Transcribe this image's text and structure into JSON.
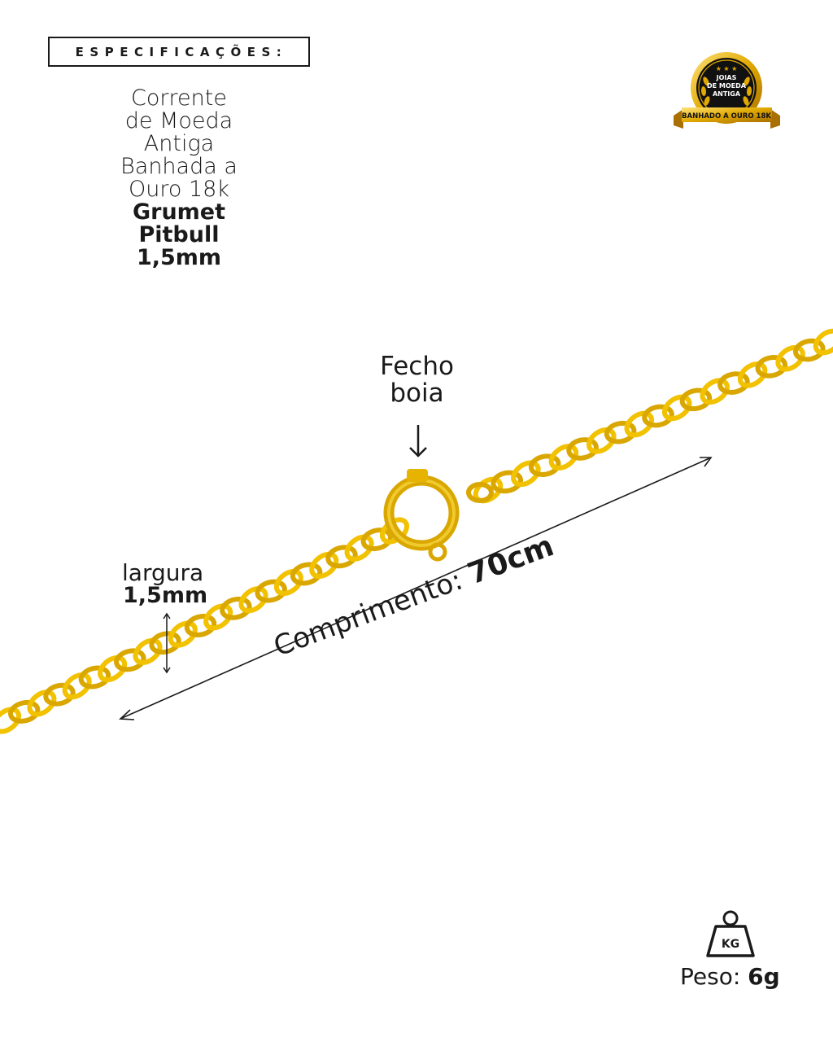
{
  "specs": {
    "header": "ESPECIFICAÇÕES:",
    "description_lines": [
      "Corrente",
      "de Moeda",
      "Antiga",
      "Banhada a",
      "Ouro 18k"
    ],
    "bold_lines": [
      "Grumet",
      "Pitbull",
      "1,5mm"
    ]
  },
  "badge": {
    "lines": [
      "JOIAS",
      "DE MOEDA",
      "ANTIGA"
    ],
    "ribbon": "BANHADO A OURO 18K"
  },
  "clasp_label": {
    "line1": "Fecho",
    "line2": "boia"
  },
  "width": {
    "label": "largura",
    "value": "1,5mm"
  },
  "length": {
    "label": "Comprimento:",
    "value": "70cm"
  },
  "weight": {
    "icon": "weight-kg-icon",
    "icon_text": "KG",
    "label": "Peso:",
    "value": "6g"
  },
  "colors": {
    "gold": "#f2c200",
    "gold_dark": "#c99200",
    "text": "#1a1a1a",
    "badge_black": "#111111"
  }
}
